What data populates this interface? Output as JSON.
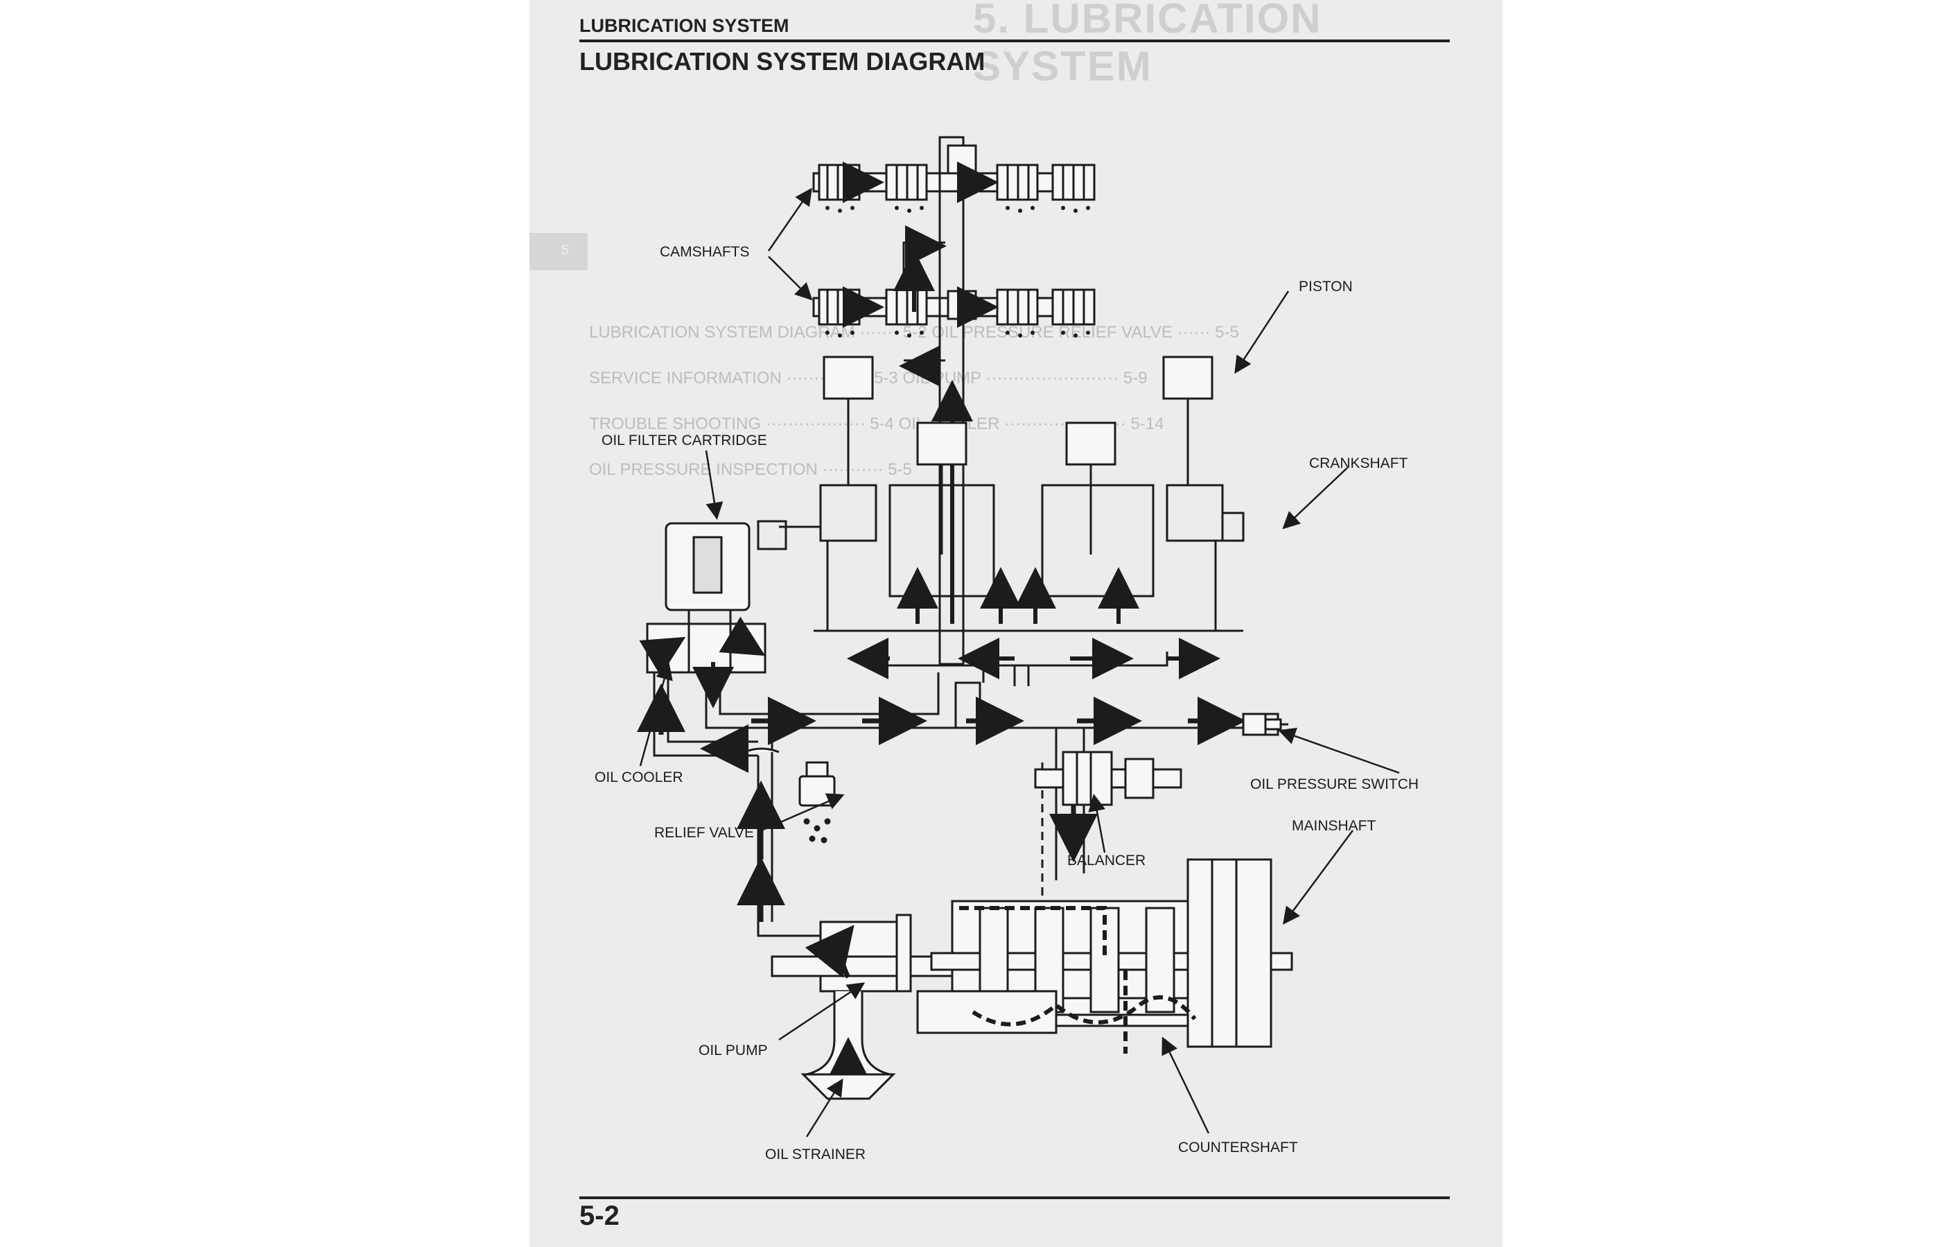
{
  "header": {
    "section": "LUBRICATION SYSTEM",
    "title": "LUBRICATION SYSTEM DIAGRAM"
  },
  "background_ghost": {
    "chapter": "5. LUBRICATION SYSTEM",
    "toc_lines": [
      "LUBRICATION SYSTEM DIAGRAM ······· 5-2   OIL PRESSURE RELIEF VALVE ······ 5-5",
      "SERVICE INFORMATION ··············· 5-3   OIL PUMP ························ 5-9",
      "TROUBLE SHOOTING ·················· 5-4   OIL COOLER ······················ 5-14",
      "OIL PRESSURE INSPECTION ··········· 5-5"
    ]
  },
  "labels": {
    "camshafts": "CAMSHAFTS",
    "piston": "PISTON",
    "oil_filter": "OIL FILTER CARTRIDGE",
    "crankshaft": "CRANKSHAFT",
    "oil_cooler": "OIL COOLER",
    "oil_pressure_switch": "OIL PRESSURE SWITCH",
    "relief_valve": "RELIEF VALVE",
    "mainshaft": "MAINSHAFT",
    "balancer": "BALANCER",
    "oil_pump": "OIL PUMP",
    "oil_strainer": "OIL STRAINER",
    "countershaft": "COUNTERSHAFT"
  },
  "footer": {
    "page_number": "5-2"
  },
  "colors": {
    "page": "#ececec",
    "ink": "#1c1c1c",
    "ghost": "#c4c4c4"
  }
}
